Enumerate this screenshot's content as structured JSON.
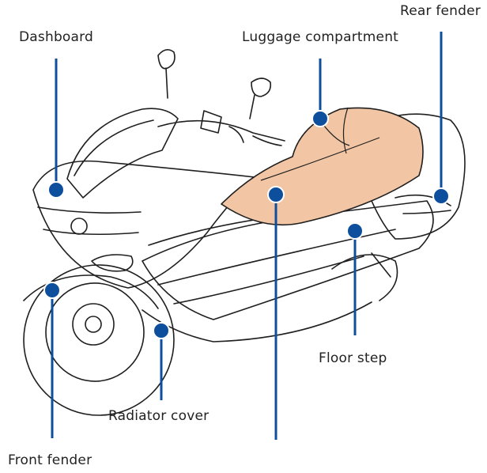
{
  "labels": {
    "rear_fender": "Rear fender",
    "dashboard": "Dashboard",
    "luggage_compartment": "Luggage compartment",
    "floor_step": "Floor step",
    "radiator_cover": "Radiator cover",
    "front_fender": "Front fender"
  },
  "colors": {
    "leader_line": "#0d4f9c",
    "marker_dot": "#0d4f9c",
    "seat_fill": "#f2c6a4",
    "outline": "#1f1f1f",
    "label_text": "#222222"
  },
  "illustration": "scooter-line-drawing"
}
